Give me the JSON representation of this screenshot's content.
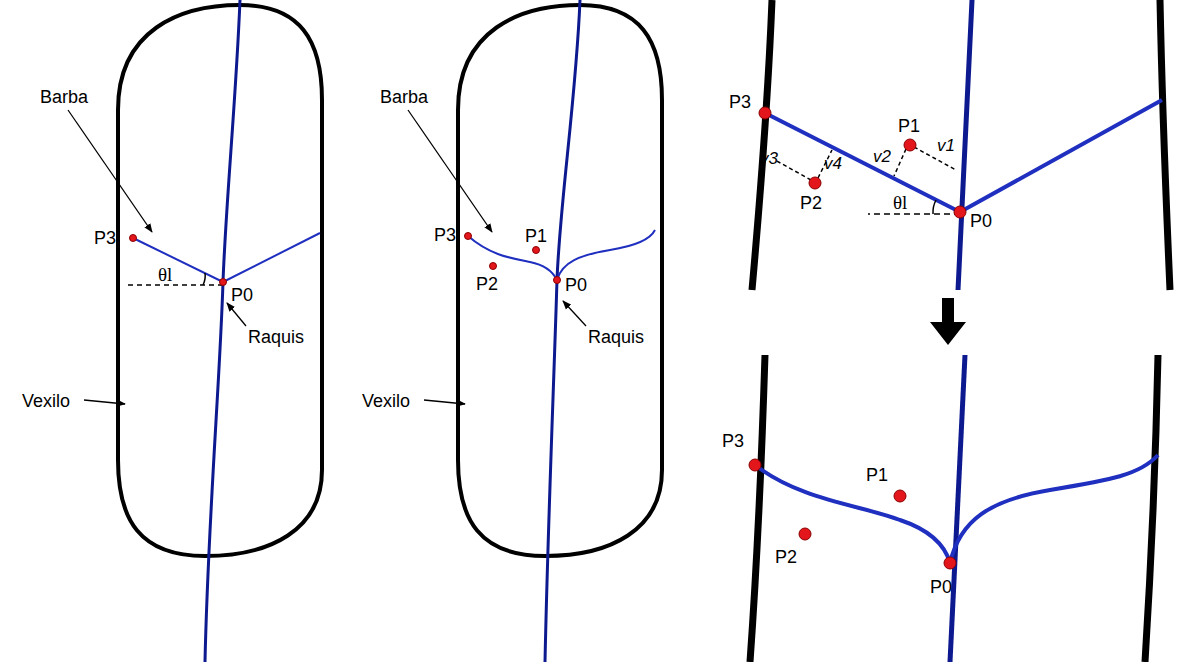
{
  "diagram": {
    "labels": [
      "Barba",
      "P3",
      "θl",
      "P0",
      "Raquis",
      "Vexilo",
      "Barba",
      "P3",
      "P1",
      "P2",
      "P0",
      "Raquis",
      "Vexilo",
      "P3",
      "P1",
      "v1",
      "v2",
      "v3",
      "v4",
      "P2",
      "θl",
      "P0",
      "P3",
      "P1",
      "P2",
      "P0"
    ]
  }
}
